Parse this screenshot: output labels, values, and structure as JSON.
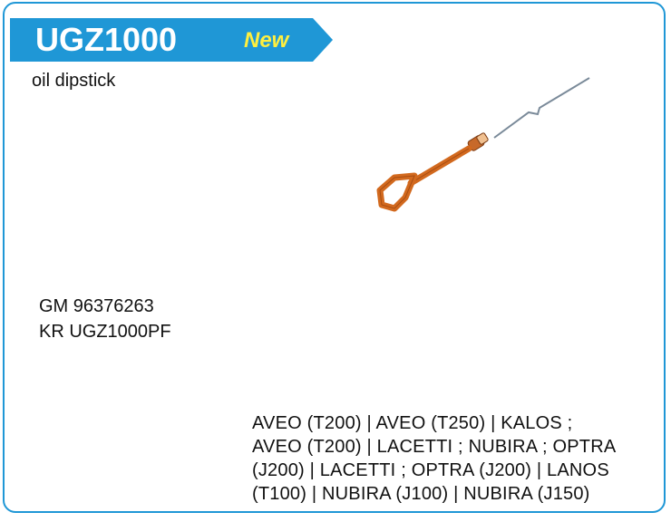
{
  "product": {
    "code": "UGZ1000",
    "badge": "New",
    "name": "oil dipstick"
  },
  "references": [
    "GM 96376263",
    "KR UGZ1000PF"
  ],
  "applications": [
    "AVEO (T200) | AVEO (T250) | KALOS ;",
    "AVEO (T200) | LACETTI ; NUBIRA ; OPTRA",
    "(J200) | LACETTI ; OPTRA (J200) | LANOS",
    "(T100) | NUBIRA (J100) | NUBIRA (J150)"
  ],
  "colors": {
    "border": "#1f97d6",
    "banner": "#1f97d6",
    "badge": "#ffef3f",
    "handle": "#d2691e"
  },
  "icons": {
    "product_image": "oil-dipstick-image"
  }
}
